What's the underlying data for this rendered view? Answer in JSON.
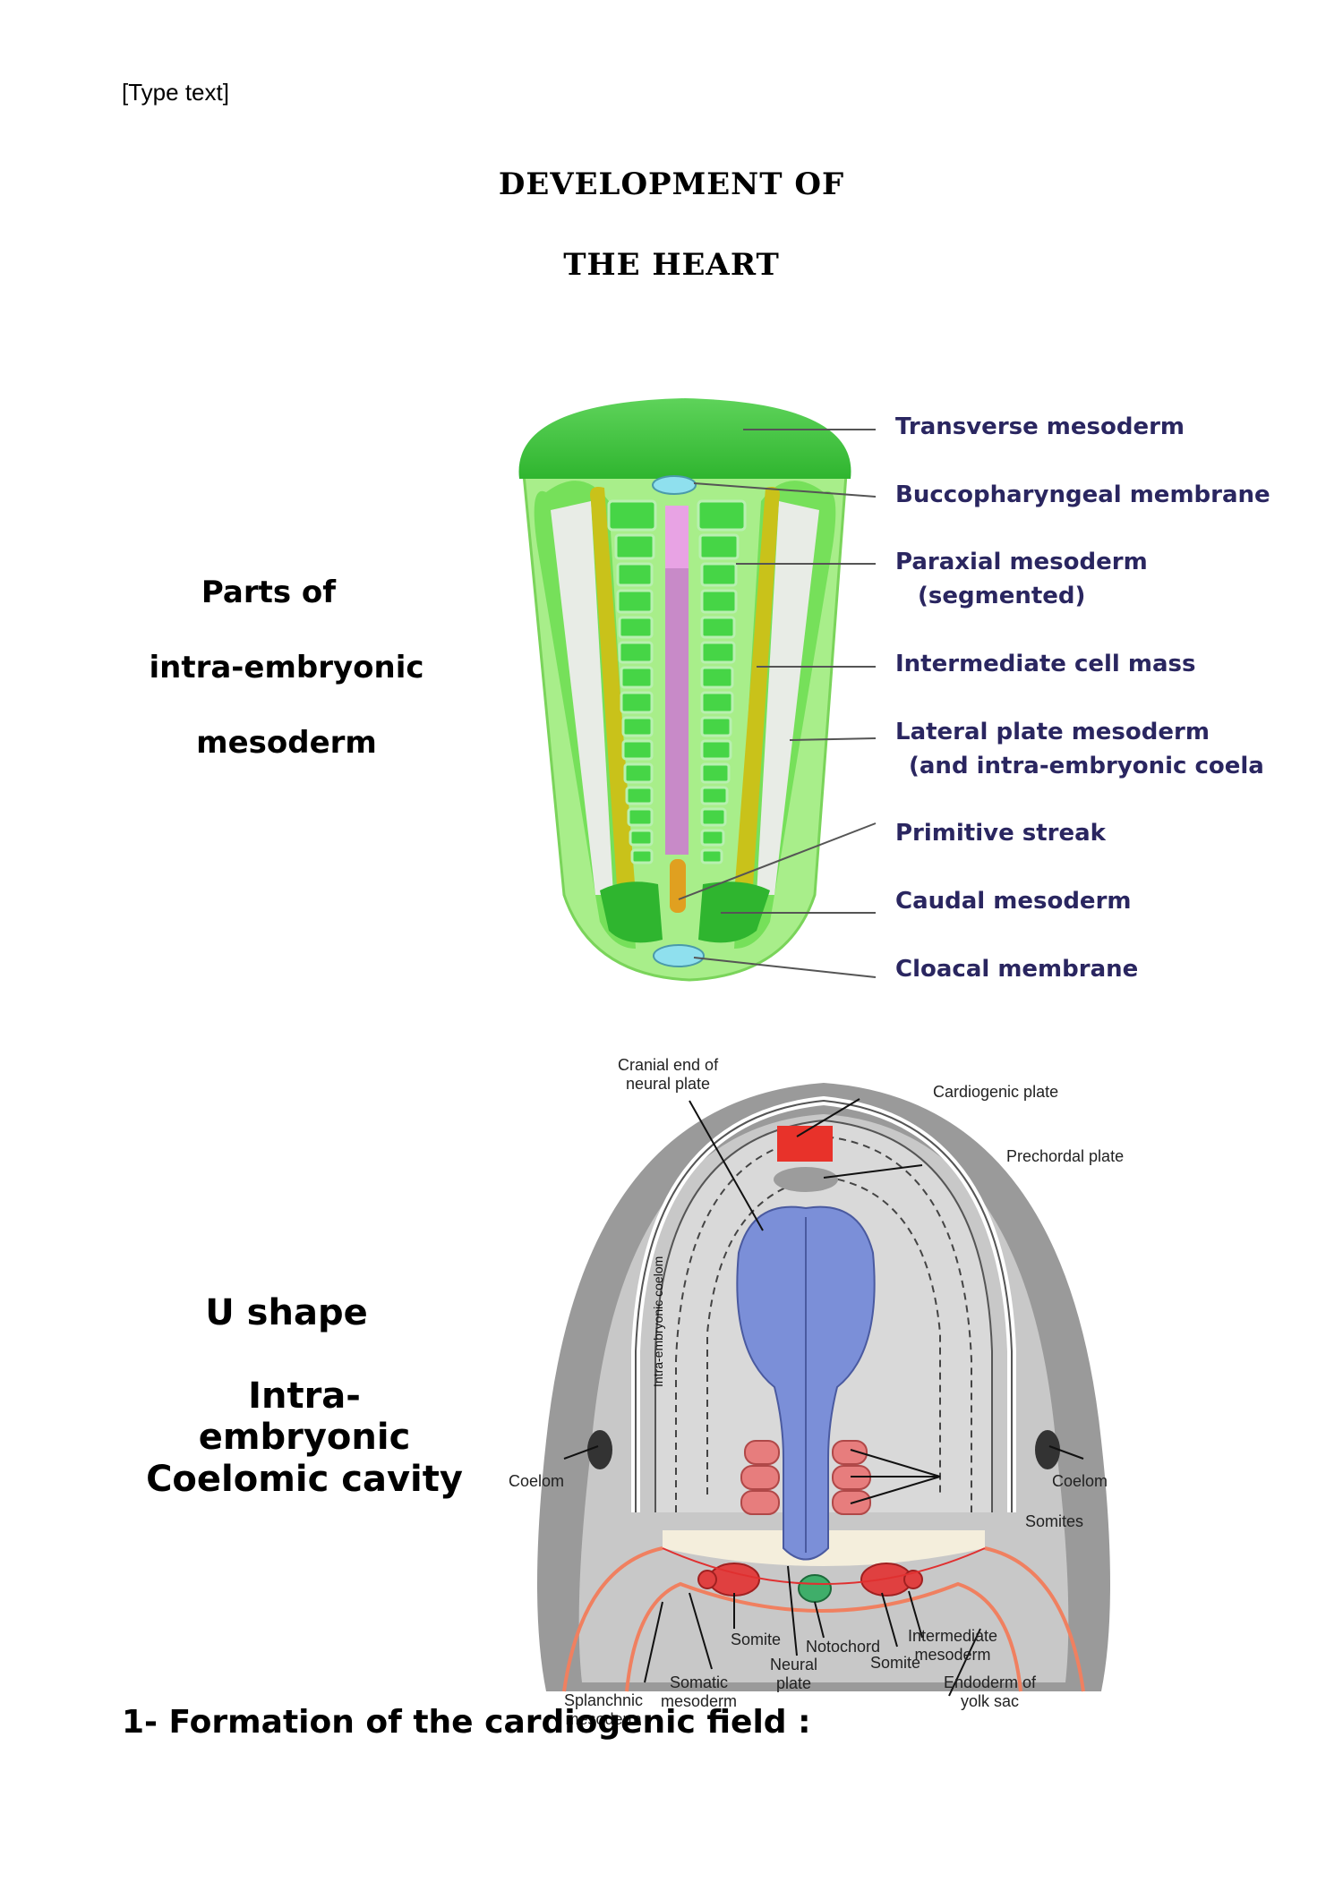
{
  "header": {
    "placeholder_text": "[Type text]"
  },
  "title": {
    "line1": "DEVELOPMENT OF",
    "line2": "THE HEART"
  },
  "figure1": {
    "side_caption": [
      "Parts of",
      "intra-embryonic",
      "mesoderm"
    ],
    "labels": [
      "Transverse mesoderm",
      "Buccopharyngeal membrane",
      "Paraxial mesoderm",
      "(segmented)",
      "Intermediate cell mass",
      "Lateral plate mesoderm",
      "(and intra-embryonic coela",
      "Primitive streak",
      "Caudal mesoderm",
      "Cloacal membrane"
    ]
  },
  "figure2": {
    "side_caption": [
      "U shape",
      "Intra-embryonic",
      "Coelomic cavity"
    ],
    "coelom_text": "Intra-embryonic coelom",
    "labels": {
      "cranial_end": [
        "Cranial end of",
        "neural plate"
      ],
      "cardiogenic": "Cardiogenic plate",
      "prechordal": "Prechordal plate",
      "coelom_left": "Coelom",
      "coelom_right": "Coelom",
      "somites": "Somites",
      "somite_left": "Somite",
      "notochord": "Notochord",
      "neural_plate": [
        "Neural",
        "plate"
      ],
      "somite_right": "Somite",
      "intermediate": [
        "Intermediate",
        "mesoderm"
      ],
      "endoderm": [
        "Endoderm of",
        "yolk sac"
      ],
      "somatic": [
        "Somatic",
        "mesoderm"
      ],
      "splanchnic": [
        "Splanchnic",
        "mesoderm"
      ]
    }
  },
  "section_heading": "1- Formation of the cardiogenic field :"
}
